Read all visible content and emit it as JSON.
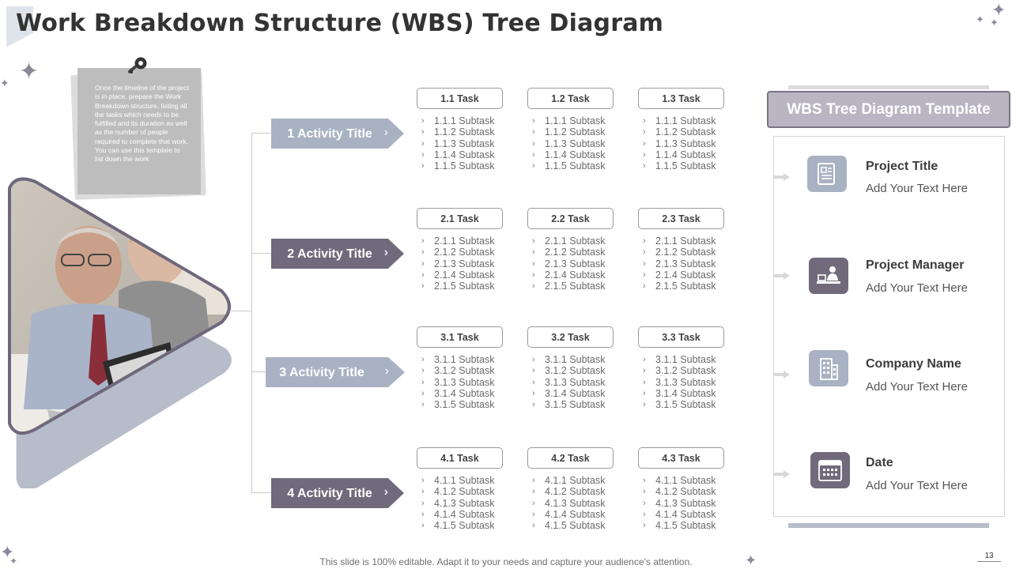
{
  "slide": {
    "title": "Work Breakdown Structure (WBS) Tree Diagram",
    "note_text": "Once the timeline of the project is in place, prepare the Work Breakdown structure, listing all the tasks which needs to be fulfilled and its duration as well as the number of people required to complete that work. You can use this template to list down the work",
    "footer": "This slide is 100% editable. Adapt it to your needs and capture your audience's attention.",
    "page_number": "13"
  },
  "activities": [
    {
      "label": "1 Activity  Title",
      "chevron": "›"
    },
    {
      "label": "2 Activity  Title",
      "chevron": "›"
    },
    {
      "label": "3 Activity Title",
      "chevron": "›"
    },
    {
      "label": "4 Activity  Title",
      "chevron": "›"
    }
  ],
  "task_groups": [
    [
      {
        "task": "1.1 Task",
        "subtasks": [
          "1.1.1 Subtask",
          "1.1.2 Subtask",
          "1.1.3 Subtask",
          "1.1.4 Subtask",
          "1.1.5 Subtask"
        ]
      },
      {
        "task": "1.2 Task",
        "subtasks": [
          "1.1.1 Subtask",
          "1.1.2 Subtask",
          "1.1.3 Subtask",
          "1.1.4 Subtask",
          "1.1.5 Subtask"
        ]
      },
      {
        "task": "1.3 Task",
        "subtasks": [
          "1.1.1 Subtask",
          "1.1.2 Subtask",
          "1.1.3 Subtask",
          "1.1.4 Subtask",
          "1.1.5 Subtask"
        ]
      }
    ],
    [
      {
        "task": "2.1 Task",
        "subtasks": [
          "2.1.1 Subtask",
          "2.1.2 Subtask",
          "2.1.3 Subtask",
          "2.1.4 Subtask",
          "2.1.5 Subtask"
        ]
      },
      {
        "task": "2.2 Task",
        "subtasks": [
          "2.1.1 Subtask",
          "2.1.2 Subtask",
          "2.1.3 Subtask",
          "2.1.4 Subtask",
          "2.1.5 Subtask"
        ]
      },
      {
        "task": "2.3 Task",
        "subtasks": [
          "2.1.1 Subtask",
          "2.1.2 Subtask",
          "2.1.3 Subtask",
          "2.1.4 Subtask",
          "2.1.5 Subtask"
        ]
      }
    ],
    [
      {
        "task": "3.1 Task",
        "subtasks": [
          "3.1.1 Subtask",
          "3.1.2 Subtask",
          "3.1.3 Subtask",
          "3.1.4 Subtask",
          "3.1.5 Subtask"
        ]
      },
      {
        "task": "3.2 Task",
        "subtasks": [
          "3.1.1 Subtask",
          "3.1.2 Subtask",
          "3.1.3 Subtask",
          "3.1.4 Subtask",
          "3.1.5 Subtask"
        ]
      },
      {
        "task": "3.3 Task",
        "subtasks": [
          "3.1.1 Subtask",
          "3.1.2 Subtask",
          "3.1.3 Subtask",
          "3.1.4 Subtask",
          "3.1.5 Subtask"
        ]
      }
    ],
    [
      {
        "task": "4.1 Task",
        "subtasks": [
          "4.1.1 Subtask",
          "4.1.2 Subtask",
          "4.1.3 Subtask",
          "4.1.4 Subtask",
          "4.1.5 Subtask"
        ]
      },
      {
        "task": "4.2 Task",
        "subtasks": [
          "4.1.1 Subtask",
          "4.1.2 Subtask",
          "4.1.3 Subtask",
          "4.1.4 Subtask",
          "4.1.5 Subtask"
        ]
      },
      {
        "task": "4.3 Task",
        "subtasks": [
          "4.1.1 Subtask",
          "4.1.2 Subtask",
          "4.1.3 Subtask",
          "4.1.4 Subtask",
          "4.1.5 Subtask"
        ]
      }
    ]
  ],
  "subtask_bullet": "›",
  "panel": {
    "header": "WBS Tree Diagram Template",
    "items": [
      {
        "title": "Project Title",
        "text": "Add Your Text Here",
        "icon": "document-icon"
      },
      {
        "title": "Project Manager",
        "text": "Add Your Text Here",
        "icon": "manager-icon"
      },
      {
        "title": "Company Name",
        "text": "Add Your Text Here",
        "icon": "building-icon"
      },
      {
        "title": "Date",
        "text": "Add Your Text Here",
        "icon": "calendar-icon"
      }
    ]
  },
  "colors": {
    "accent_light": "#a8b2c3",
    "accent_dark": "#706a7c",
    "header_fill": "#b9b5c3"
  }
}
